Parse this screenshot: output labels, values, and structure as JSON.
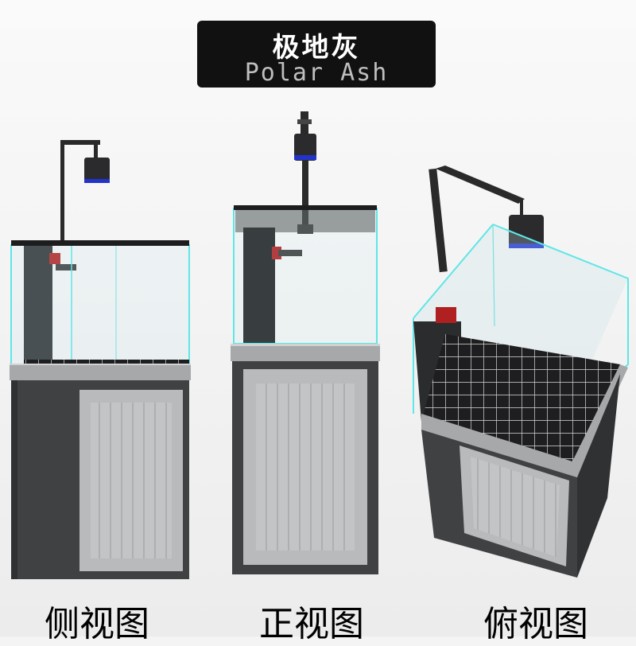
{
  "banner": {
    "title_cn": "极地灰",
    "title_en": "Polar Ash"
  },
  "captions": {
    "side": "侧视图",
    "front": "正视图",
    "top": "俯视图"
  },
  "colors": {
    "cabinet_body": "#3f4143",
    "cabinet_door": "#b8babb",
    "glass_edge": "#5fe6e6",
    "light_ring": "#2233cc"
  }
}
